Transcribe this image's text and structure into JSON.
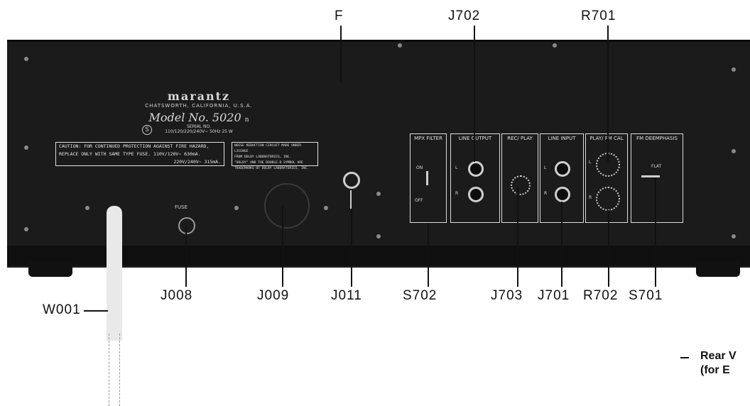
{
  "callouts": {
    "f": "F",
    "j702": "J702",
    "r701": "R701",
    "j008": "J008",
    "j009": "J009",
    "j011": "J011",
    "s702": "S702",
    "j703": "J703",
    "j701": "J701",
    "r702": "R702",
    "s701": "S701",
    "w001": "W001"
  },
  "brand": {
    "logo": "marantz",
    "location": "CHATSWORTH, CALIFORNIA, U.S.A.",
    "model": "Model No. 5020",
    "model_suffix": "n",
    "serial": "SERIAL NO.",
    "power": "110/120/220/240V~ 50Hz 25 W",
    "cert_mark": "S"
  },
  "caution_label": {
    "line1": "CAUTION: FOR CONTINUED PROTECTION AGAINST FIRE HAZARD,",
    "line2": "REPLACE ONLY WITH SAME TYPE FUSE.  110V/120V~ 630mA.",
    "line3": "220V/240V~ 315mA."
  },
  "dolby_label": {
    "line1": "NOISE REDUCTION CIRCUIT MADE UNDER LICENSE",
    "line2": "FROM DOLBY LABORATORIES, INC.",
    "line3": "\"DOLBY\" AND THE DOUBLE-D SYMBOL ARE",
    "line4": "TRADEMARKS OF DOLBY LABORATORIES, INC."
  },
  "panels": {
    "mpx": "MPX FILTER",
    "mpx_on": "ON",
    "mpx_off": "OFF",
    "line_out": "LINE OUTPUT",
    "rec_play": "REC/ PLAY",
    "line_in": "LINE INPUT",
    "play_cal": "PLAY/ FM CAL",
    "fm_deemph": "FM DEEMPHASIS",
    "flat": "FLAT",
    "left": "L",
    "right": "R",
    "fuse": "FUSE"
  },
  "caption": {
    "text": "Rear V",
    "text2": "(for E"
  }
}
